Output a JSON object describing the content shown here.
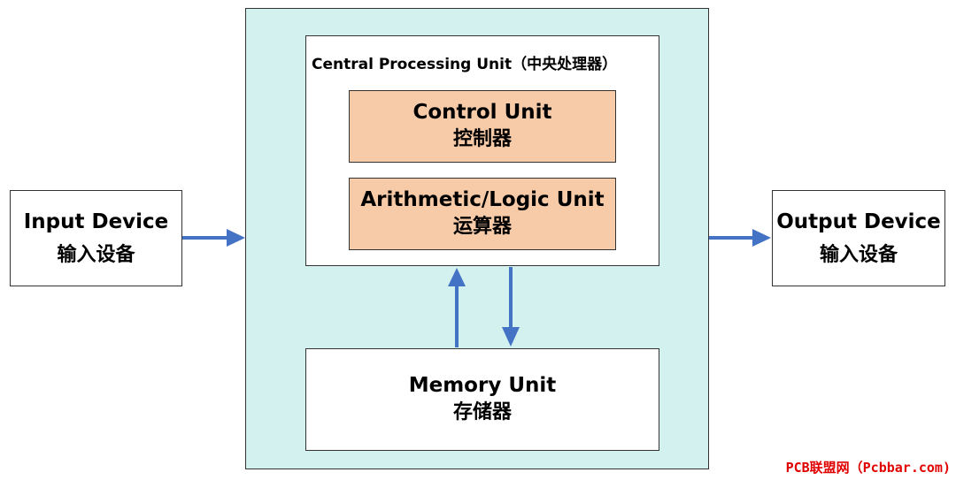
{
  "colors": {
    "outer_fill": "#d3f2ef",
    "unit_fill": "#f8cba8",
    "arrow": "#4472c4",
    "border": "#333333",
    "watermark": "#e00000"
  },
  "cpu": {
    "title": "Central Processing Unit（中央处理器）"
  },
  "control_unit": {
    "label_en": "Control Unit",
    "label_cn": "控制器"
  },
  "alu": {
    "label_en": "Arithmetic/Logic Unit",
    "label_cn": "运算器"
  },
  "memory_unit": {
    "label_en": "Memory Unit",
    "label_cn": "存储器"
  },
  "input_device": {
    "label_en": "Input Device",
    "label_cn": "输入设备"
  },
  "output_device": {
    "label_en": "Output Device",
    "label_cn": "输入设备"
  },
  "watermark": "PCB联盟网（Pcbbar.com)"
}
